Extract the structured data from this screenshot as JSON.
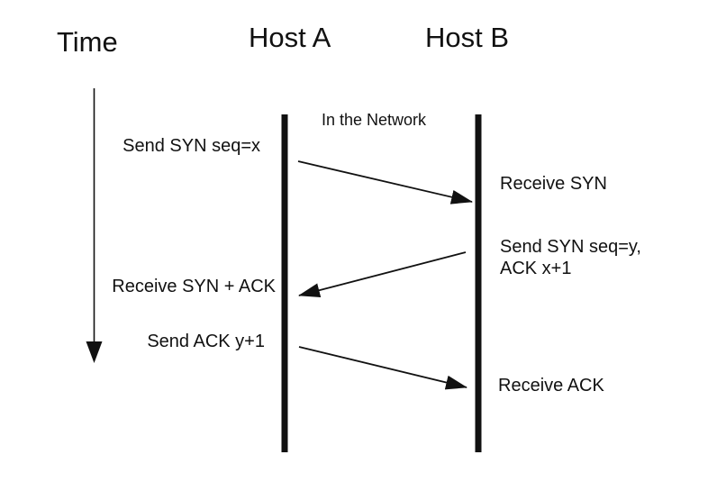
{
  "diagram": {
    "time_label": "Time",
    "hosts": {
      "a": "Host A",
      "b": "Host B"
    },
    "network_label": "In the Network",
    "messages": [
      {
        "send": "Send SYN seq=x",
        "receive": "Receive SYN"
      },
      {
        "send": "Send SYN seq=y,",
        "send_line2": "ACK x+1",
        "receive": "Receive SYN + ACK"
      },
      {
        "send": "Send ACK y+1",
        "receive": "Receive ACK"
      }
    ],
    "icons": {
      "time_axis": "down-arrow-icon",
      "message_arrows": "arrowhead-icon"
    },
    "colors": {
      "ink": "#111111",
      "background": "#ffffff"
    }
  }
}
